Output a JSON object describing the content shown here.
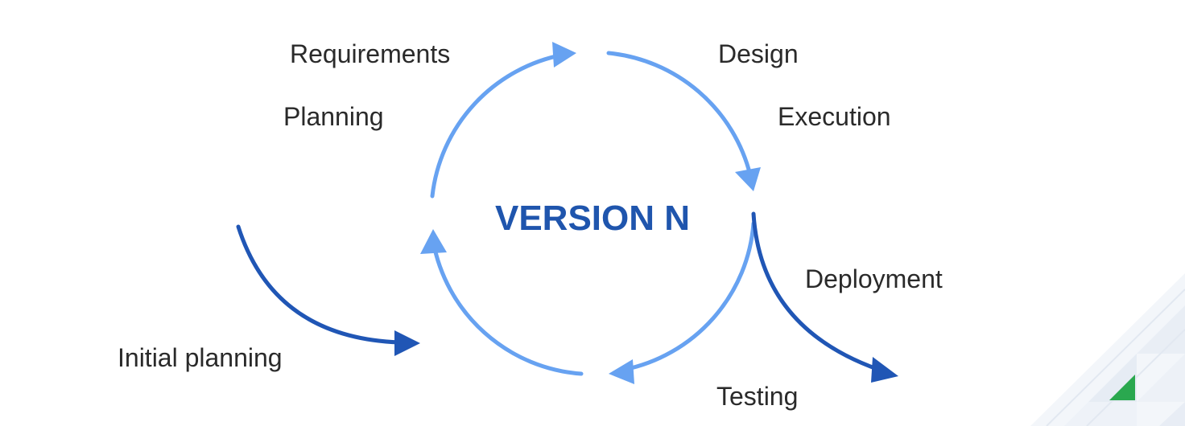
{
  "center": {
    "label": "VERSION N"
  },
  "stages": {
    "requirements": "Requirements",
    "planning": "Planning",
    "design": "Design",
    "execution": "Execution",
    "deployment": "Deployment",
    "testing": "Testing",
    "initial_planning": "Initial planning"
  },
  "colors": {
    "loop_arrow": "#67a2f1",
    "entry_exit_arrow": "#2056b5",
    "center_text": "#1f55ad",
    "label_text": "#2a2a2a",
    "corner_accent": "#2aa84f",
    "corner_pattern": "#eef2f7"
  },
  "icons": {
    "corner_decoration": "triangle-pattern-icon",
    "corner_accent": "green-triangle-icon"
  }
}
